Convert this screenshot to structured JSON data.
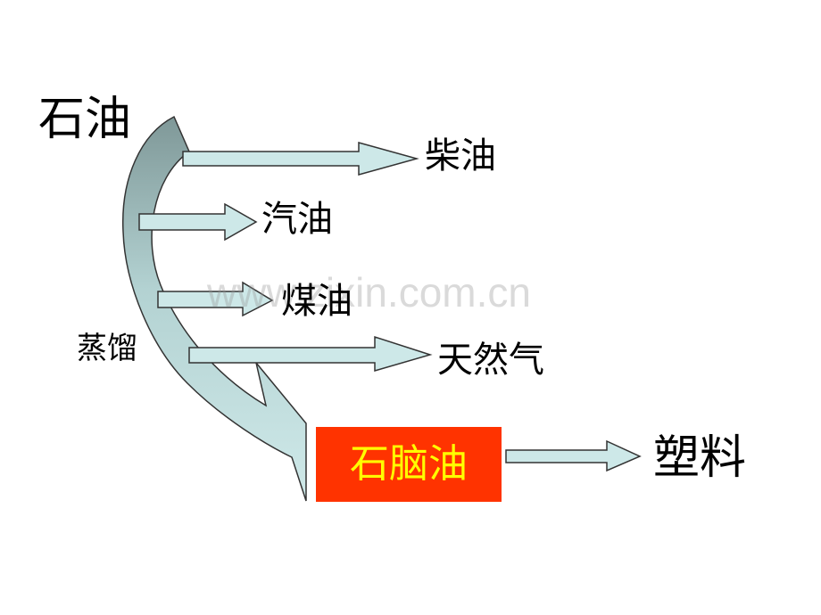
{
  "diagram": {
    "source": "石油",
    "process": "蒸馏",
    "products": {
      "diesel": "柴油",
      "gasoline": "汽油",
      "kerosene": "煤油",
      "natural_gas": "天然气",
      "naphtha": "石脑油"
    },
    "end_product": "塑料",
    "watermark": "www.zixin.com.cn"
  },
  "colors": {
    "arrow_fill": "#cde8e8",
    "arrow_stroke": "#333333",
    "curve_dark": "#8fa6a6",
    "curve_light": "#c6e3e3",
    "naphtha_box": "#ff3300",
    "naphtha_text": "#ffff00"
  }
}
